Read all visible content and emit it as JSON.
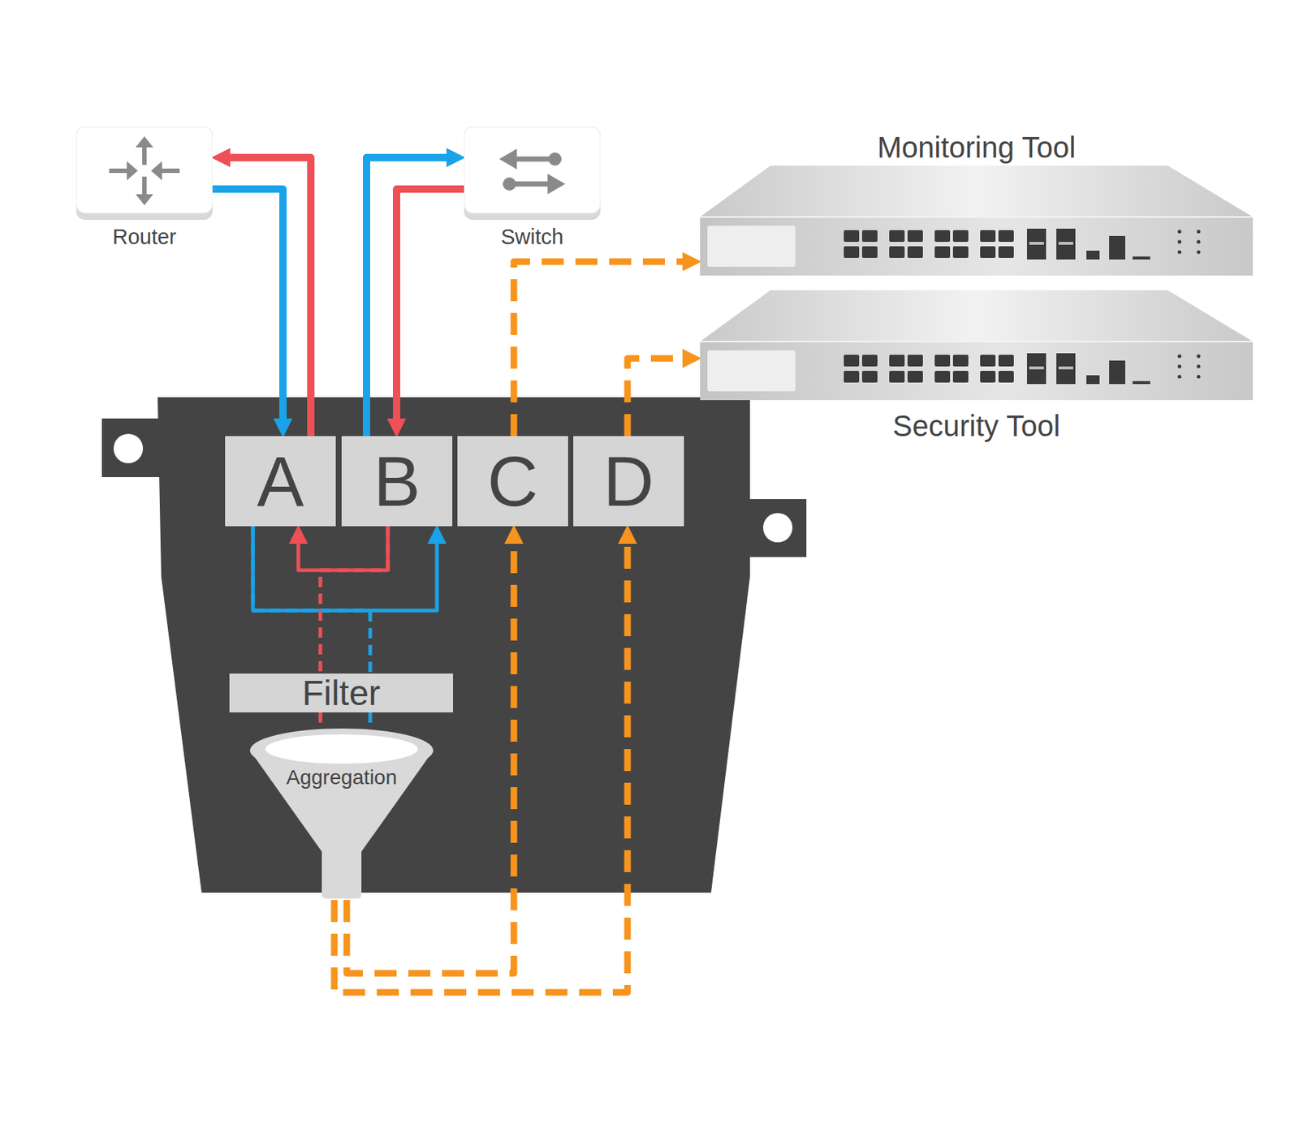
{
  "diagram": {
    "nodes": [
      {
        "text": [
          "Router"
        ]
      },
      {
        "text": [
          "Switch"
        ]
      },
      {
        "text": [
          "Monitoring Tool"
        ]
      },
      {
        "text": [
          "Security Tool"
        ]
      },
      {
        "text": [
          "A"
        ]
      },
      {
        "text": [
          "B"
        ]
      },
      {
        "text": [
          "C"
        ]
      },
      {
        "text": [
          "D"
        ]
      },
      {
        "text": [
          "Filter"
        ]
      },
      {
        "text": [
          "Aggregation"
        ]
      }
    ],
    "edges": [
      {
        "from": 0,
        "to": 4,
        "arrow": "to"
      },
      {
        "from": 4,
        "to": 0,
        "arrow": "to"
      },
      {
        "from": 5,
        "to": 1,
        "arrow": "to"
      },
      {
        "from": 1,
        "to": 5,
        "arrow": "to"
      },
      {
        "from": 4,
        "to": 5,
        "arrow": "to"
      },
      {
        "from": 5,
        "to": 4,
        "arrow": "to"
      },
      {
        "from": 4,
        "to": 8,
        "arrow": "none"
      },
      {
        "from": 5,
        "to": 8,
        "arrow": "none"
      },
      {
        "from": 8,
        "to": 9,
        "arrow": "none"
      },
      {
        "from": 8,
        "to": 9,
        "arrow": "none"
      },
      {
        "from": 9,
        "to": 6,
        "arrow": "to"
      },
      {
        "from": 9,
        "to": 7,
        "arrow": "to"
      },
      {
        "from": 6,
        "to": 2,
        "arrow": "to"
      },
      {
        "from": 7,
        "to": 3,
        "arrow": "to"
      }
    ]
  }
}
